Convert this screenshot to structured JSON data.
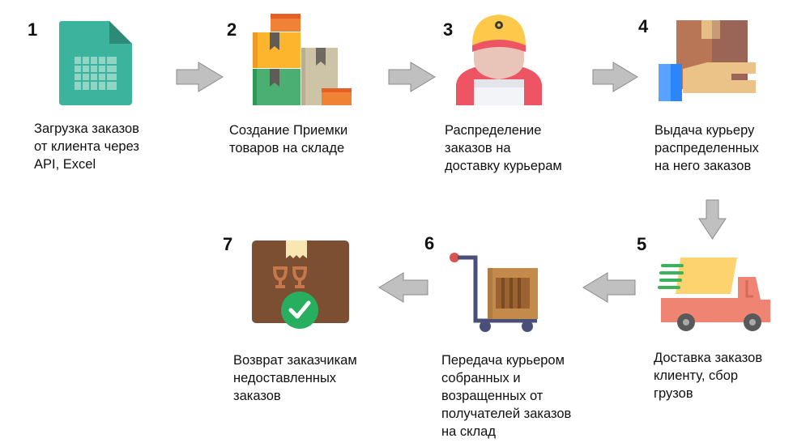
{
  "steps": [
    {
      "number": "1",
      "text": "Загрузка заказов\nот клиента через\nAPI, Excel",
      "icon": "spreadsheet-icon"
    },
    {
      "number": "2",
      "text": "Создание Приемки\nтоваров на складе",
      "icon": "boxes-icon"
    },
    {
      "number": "3",
      "text": "Распределение\nзаказов на\nдоставку курьерам",
      "icon": "courier-icon"
    },
    {
      "number": "4",
      "text": "Выдача курьеру\nраспределенных\nна него заказов",
      "icon": "hand-box-icon"
    },
    {
      "number": "5",
      "text": "Доставка заказов\nклиенту, сбор\nгрузов",
      "icon": "delivery-truck-icon"
    },
    {
      "number": "6",
      "text": "Передача курьером\nсобранных и\nвозращенных от\nполучателей заказов\nна склад",
      "icon": "hand-truck-icon"
    },
    {
      "number": "7",
      "text": "Возврат заказчикам\nнедоставленных\nзаказов",
      "icon": "return-box-icon"
    }
  ],
  "colors": {
    "arrow": "#c0c0c0",
    "arrow_stroke": "#8a8a8a"
  }
}
